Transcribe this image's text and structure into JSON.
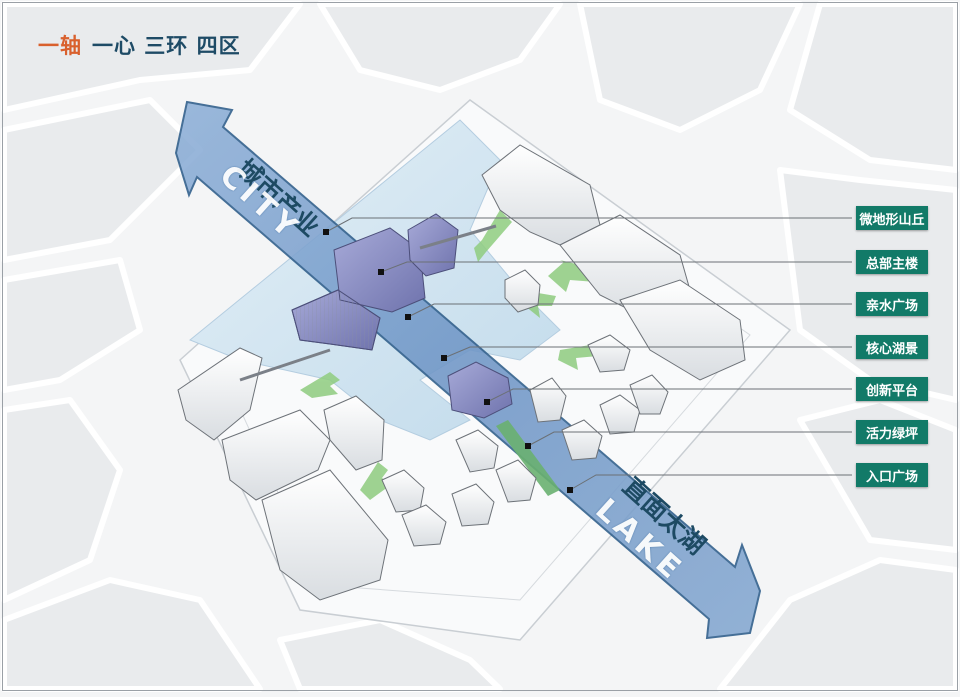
{
  "title": {
    "part1": "一轴",
    "part2": "一心 三环 四区"
  },
  "axis": {
    "upper_cn": "城市产业",
    "upper_en": "CITY",
    "lower_cn": "直面太湖",
    "lower_en": "LAKE"
  },
  "legend": [
    {
      "label": "微地形山丘"
    },
    {
      "label": "总部主楼"
    },
    {
      "label": "亲水广场"
    },
    {
      "label": "核心湖景"
    },
    {
      "label": "创新平台"
    },
    {
      "label": "活力绿坪"
    },
    {
      "label": "入口广场"
    }
  ],
  "colors": {
    "title_accent": "#d9602d",
    "title_main": "#1e4b66",
    "legend_bg": "#127a68",
    "axis_fill": "#7fa3cf",
    "water": "#cfe4f1",
    "hq_building": "#8f93c9",
    "green_lawn": "#6eb774",
    "green_arrow": "#8bc97b"
  }
}
